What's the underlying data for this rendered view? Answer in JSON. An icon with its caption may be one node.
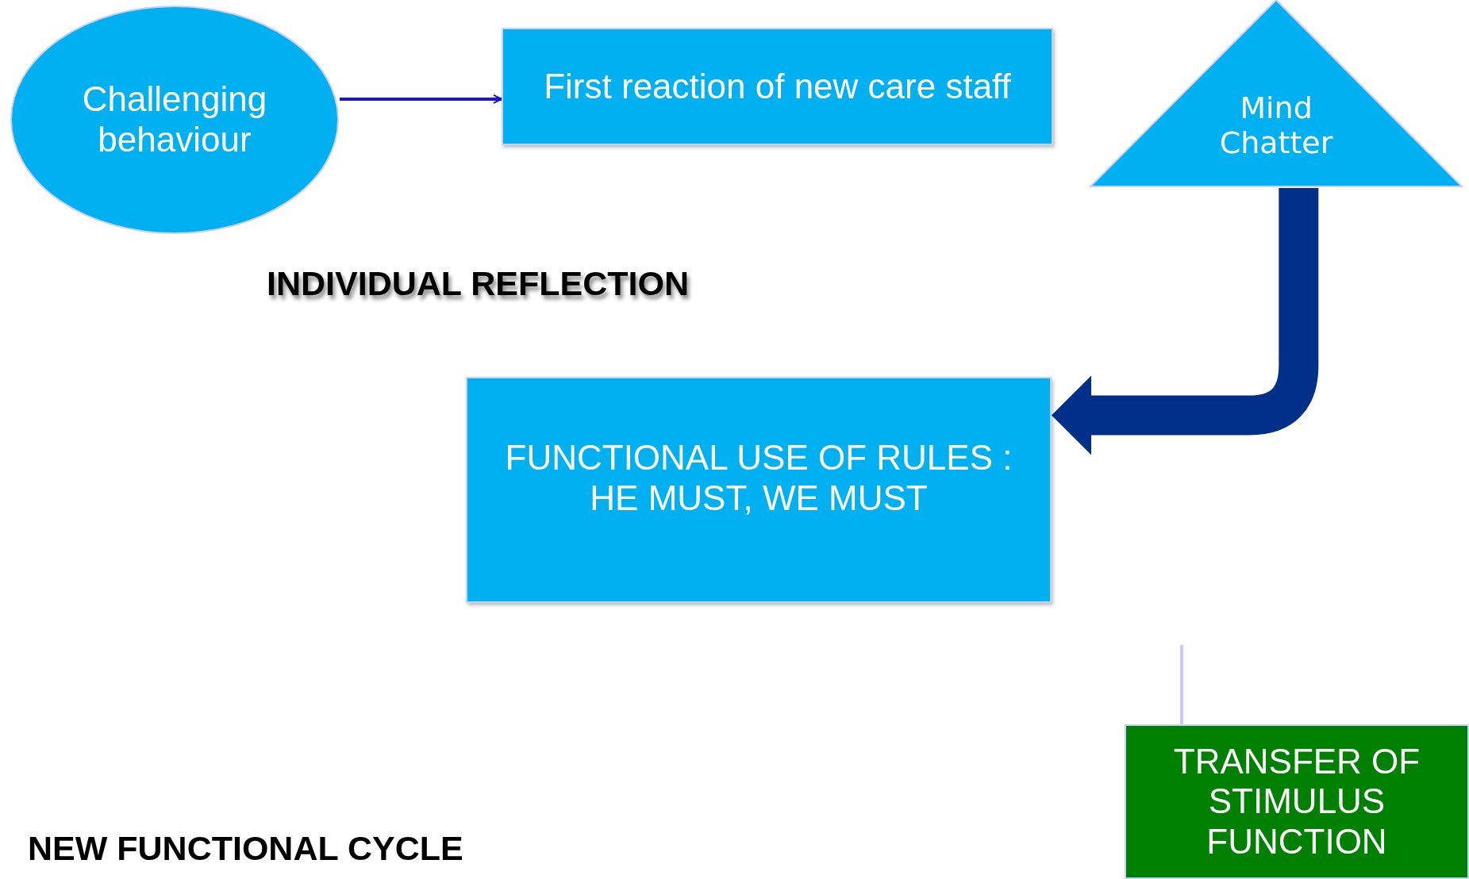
{
  "diagram": {
    "nodes": [
      {
        "text": [
          "Challenging behaviour"
        ]
      },
      {
        "text": [
          "First reaction of new care staff"
        ]
      },
      {
        "text": [
          "Mind Chatter"
        ]
      },
      {
        "text": [
          "FUNCTIONAL USE OF RULES : HE MUST, WE MUST"
        ]
      },
      {
        "text": [
          "TRANSFER OF STIMULUS FUNCTION"
        ]
      }
    ],
    "edges": [
      {
        "from": 0,
        "to": 1,
        "arrow": "to",
        "color": "#1414e0"
      },
      {
        "from": 2,
        "to": 3,
        "arrow": "to",
        "style": "thick",
        "color": "#00308a"
      },
      {
        "from": null,
        "to": 4,
        "arrow": "none",
        "color": "#c8c8ff"
      }
    ],
    "labels": [
      "INDIVIDUAL REFLECTION",
      "NEW FUNCTIONAL CYCLE"
    ]
  }
}
